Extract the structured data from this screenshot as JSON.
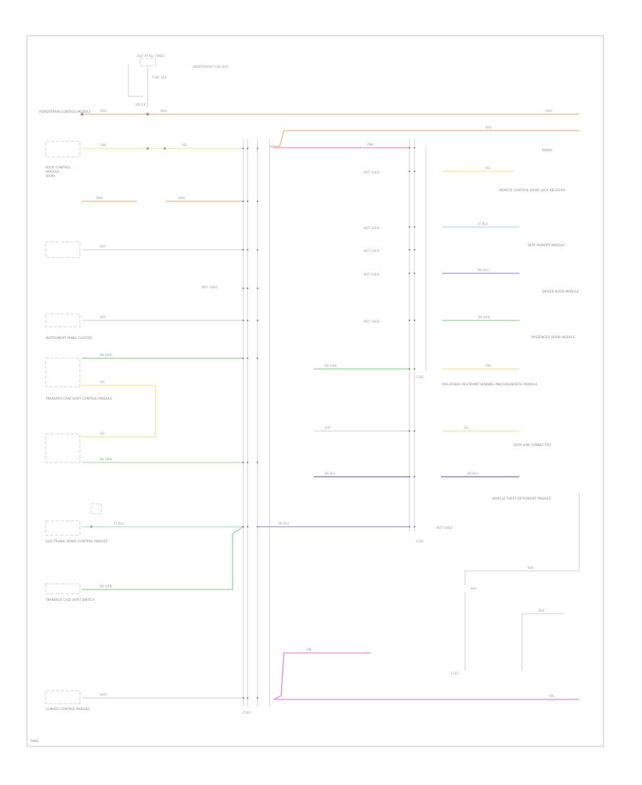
{
  "diagram": {
    "footer_code": "T4M3",
    "power_source": {
      "label": "HOT AT ALL TIMES",
      "fuse": "FUSE 10A",
      "circuit_note": "UNDERHOOD FUSE BOX"
    },
    "top_left_labels": {
      "powertrain": "POWERTRAIN CONTROL MODULE",
      "splice": "SPLICE",
      "module_left": [
        "BODY CONTROL",
        "MODULE",
        "(BCM)"
      ]
    },
    "connector_labels": {
      "main": "C201",
      "mid": "C202",
      "lower": "C203",
      "bottom": "C204"
    },
    "left_components": [
      "INSTRUMENT PANEL CLUSTER",
      "TRANSFER CASE SHIFT CONTROL MODULE",
      "ELECTRONIC BRAKE CONTROL MODULE",
      "TRANSFER CASE SHIFT SWITCH",
      "CLIMATE CONTROL MODULE"
    ],
    "right_components": [
      "RADIO",
      "REMOTE CONTROL DOOR LOCK RECEIVER",
      "SEAT MEMORY MODULE",
      "DRIVER DOOR MODULE",
      "PASSENGER DOOR MODULE",
      "INFLATABLE RESTRAINT SENSING AND DIAGNOSTIC MODULE",
      "DATA LINK CONNECTOR",
      "VEHICLE THEFT DETERRENT MODULE"
    ],
    "wire_labels": {
      "pnk": "PNK",
      "org": "ORG",
      "ppl": "PPL",
      "tan": "TAN",
      "dk_grn": "DK GRN",
      "lt_blu": "LT BLU",
      "yel": "YEL",
      "wht": "WHT",
      "blk": "BLK",
      "gry": "GRY",
      "brn": "BRN",
      "dk_blu": "DK BLU"
    },
    "not_used": "NOT USED"
  },
  "colors": {
    "orange": "#f5b27a",
    "pink": "#f08fb6",
    "yellow": "#ecec8c",
    "lightyellow": "#f3e6a0",
    "cyan": "#9fe6e2",
    "blue": "#8c9ad8",
    "green": "#8fd68f",
    "lightgreen": "#a9e0a9",
    "magenta": "#e884e8",
    "gray": "#d8d8d8",
    "darkblue": "#5b6fcf"
  }
}
